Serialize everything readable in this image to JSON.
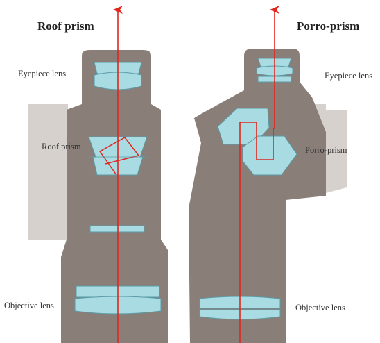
{
  "roof": {
    "title": "Roof prism",
    "labels": {
      "eyepiece": "Eyepiece lens",
      "prism": "Roof prism",
      "objective": "Objective lens"
    }
  },
  "porro": {
    "title": "Porro-prism",
    "labels": {
      "eyepiece": "Eyepiece lens",
      "prism": "Porro-prism",
      "objective": "Objective lens"
    }
  },
  "colors": {
    "background": "#ffffff",
    "body_dark": "#8a7f78",
    "body_light": "#d6d1cc",
    "lens": "#a9dbe2",
    "lens_edge": "#5a9aa6",
    "light_ray": "#e0261e",
    "text": "#333333"
  }
}
